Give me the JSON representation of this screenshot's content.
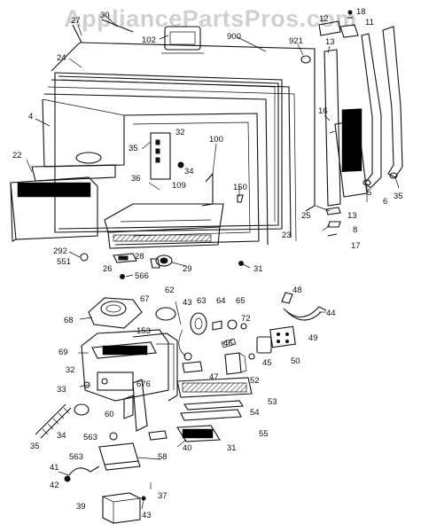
{
  "watermark": "AppliancePartsPros.com",
  "colors": {
    "line": "#111111",
    "background": "#ffffff",
    "watermark": "#969696"
  },
  "labels": {
    "l27": "27",
    "l30": "30",
    "l102": "102",
    "l900": "900",
    "l921": "921",
    "l12": "12",
    "l18": "18",
    "l11": "11",
    "l24": "24",
    "l13a": "13",
    "l16": "16",
    "l4": "4",
    "l35a": "35",
    "l32a": "32",
    "l34a": "34",
    "l100": "100",
    "l22": "22",
    "l36": "36",
    "l109": "109",
    "l150": "150",
    "l5": "5",
    "l6": "6",
    "l35b": "35",
    "l13b": "13",
    "l25": "25",
    "l8": "8",
    "l23": "23",
    "l17": "17",
    "l292": "292",
    "l551": "551",
    "l28": "28",
    "l26": "26",
    "l29": "29",
    "l31a": "31",
    "l566": "566",
    "l48": "48",
    "l62": "62",
    "l67": "67",
    "l43a": "43",
    "l63": "63",
    "l64": "64",
    "l65": "65",
    "l44": "44",
    "l68": "68",
    "l153": "153",
    "l72": "72",
    "l49": "49",
    "l46": "46",
    "l45": "45",
    "l50": "50",
    "l69": "69",
    "l47": "47",
    "l52": "52",
    "l32b": "32",
    "l676": "676",
    "l53": "53",
    "l33": "33",
    "l54": "54",
    "l60": "60",
    "l35c": "35",
    "l34b": "34",
    "l55": "55",
    "l563a": "563",
    "l40": "40",
    "l31b": "31",
    "l563b": "563",
    "l58": "58",
    "l41": "41",
    "l42": "42",
    "l37": "37",
    "l39": "39",
    "l43b": "43"
  }
}
